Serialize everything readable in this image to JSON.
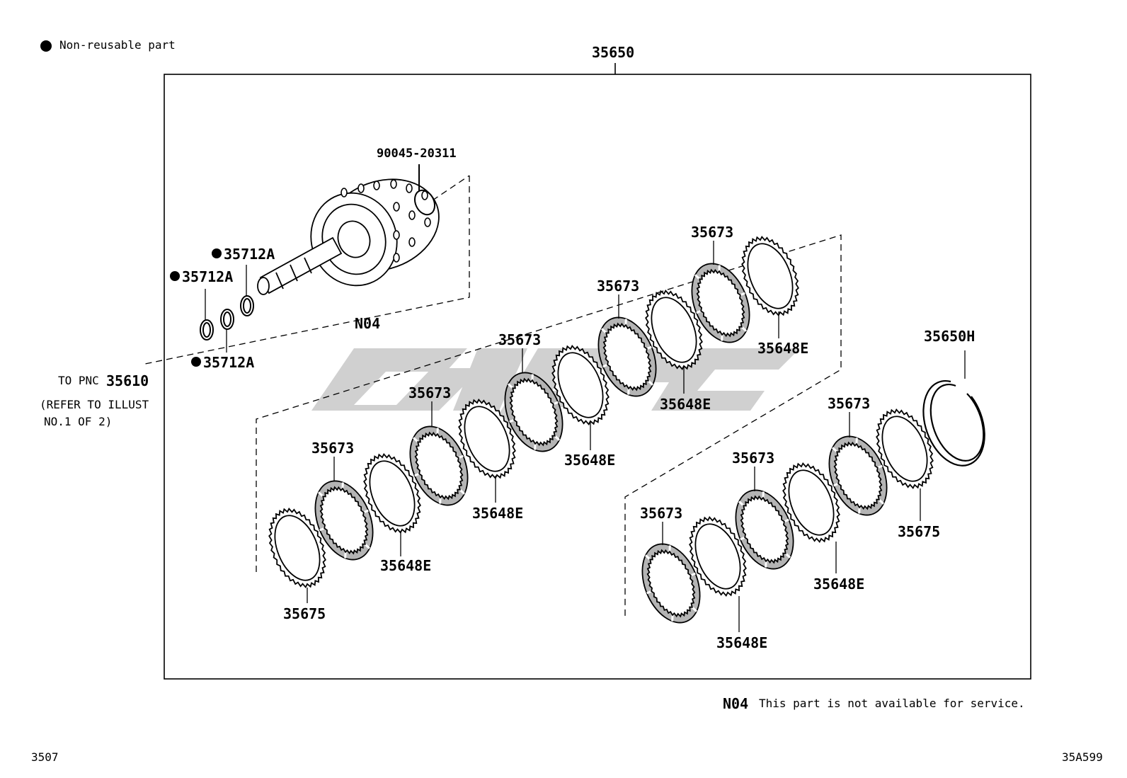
{
  "legend": {
    "bullet_label": "Non-reusable part"
  },
  "assembly_label": "35650",
  "callouts": {
    "snap_ring_top": "90045-20311",
    "seal_ring_1": "35712A",
    "seal_ring_2": "35712A",
    "seal_ring_3": "35712A",
    "drum": "N04",
    "plate_a1": "35673",
    "plate_a2": "35673",
    "plate_a3": "35673",
    "plate_a4": "35673",
    "plate_a5": "35673",
    "disc_a1": "35648E",
    "disc_a2": "35648E",
    "disc_a3": "35648E",
    "disc_a4": "35648E",
    "disc_a5": "35648E",
    "flange_a": "35675",
    "plate_b1": "35673",
    "plate_b2": "35673",
    "plate_b3": "35673",
    "disc_b1": "35648E",
    "disc_b2": "35648E",
    "flange_b": "35675",
    "snap_ring_right": "35650H"
  },
  "reference": {
    "prefix": "TO PNC",
    "pnc": "35610",
    "note_line1": "(REFER TO ILLUST",
    "note_line2": "NO.1 OF 2)"
  },
  "footnote": {
    "code": "N04",
    "text": "This part is not available for service."
  },
  "page_number": "3507",
  "figure_id": "35A599",
  "colors": {
    "line": "#000000",
    "watermark": "#c8c8c8",
    "friction": "#b4b4b4"
  }
}
